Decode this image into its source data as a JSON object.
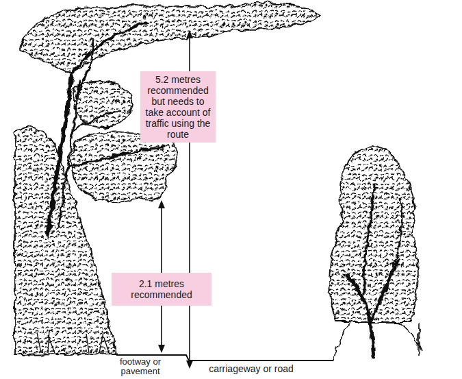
{
  "diagram": {
    "nodes": [
      {
        "text": [
          "5.2 metres recommended but needs to take account of traffic using the route"
        ]
      },
      {
        "text": [
          "2.1 metres recommended"
        ]
      }
    ],
    "labels": [
      "footway or pavement",
      "carriageway or road"
    ]
  }
}
